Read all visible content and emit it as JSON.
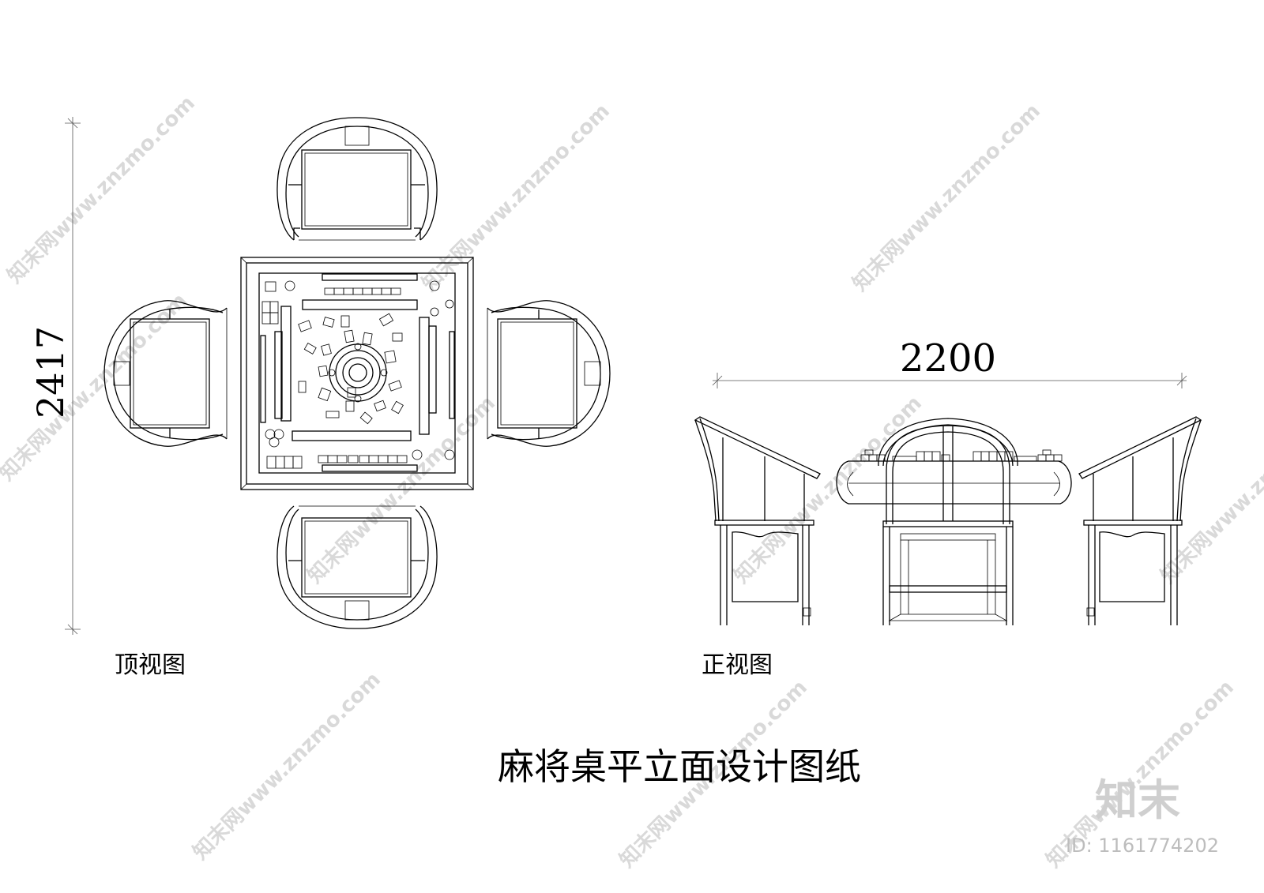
{
  "drawing": {
    "title": "麻将桌平立面设计图纸",
    "top_view_label": "顶视图",
    "front_view_label": "正视图",
    "dim_vertical": "2417",
    "dim_horizontal": "2200"
  },
  "watermark": {
    "text": "知末网www.znzmo.com",
    "logo": "知末",
    "id_text": "ID: 1161774202"
  },
  "colors": {
    "line": "#000000",
    "background": "#ffffff",
    "watermark": "#d9d9d9"
  }
}
